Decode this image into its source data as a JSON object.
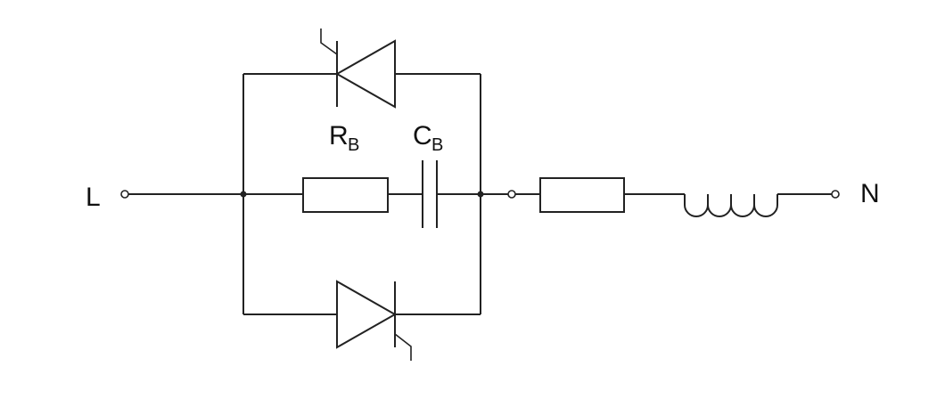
{
  "diagram": {
    "terminals": {
      "left_label": "L",
      "right_label": "N"
    },
    "labels": {
      "resistor_b": {
        "main": "R",
        "sub": "B"
      },
      "capacitor_b": {
        "main": "C",
        "sub": "B"
      }
    },
    "components": [
      "thyristor-top",
      "thyristor-bottom",
      "resistor-rb",
      "capacitor-cb",
      "series-resistor",
      "inductor"
    ]
  }
}
